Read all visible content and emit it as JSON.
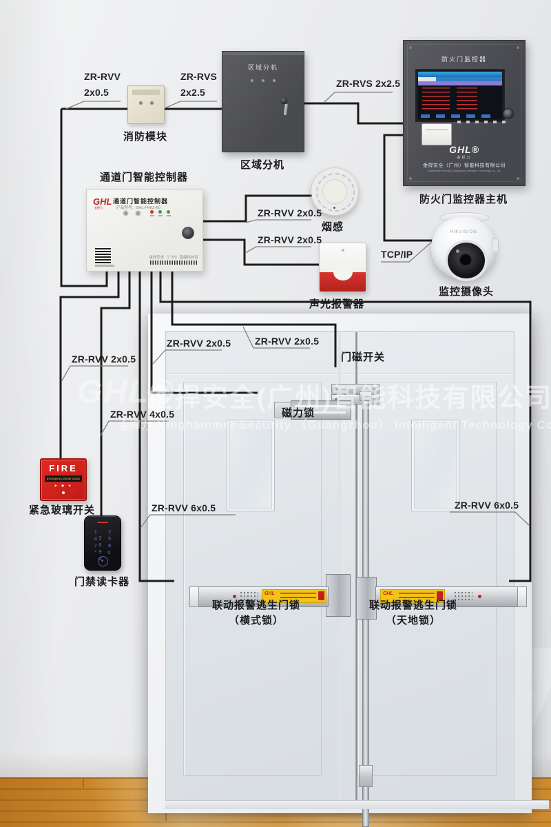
{
  "labels": {
    "module_in_1": "ZR-RVV",
    "module_in_2": "2x0.5",
    "module_out_1": "ZR-RVS",
    "module_out_2": "2x2.5",
    "monitor_in": "ZR-RVS 2x2.5",
    "smoke_wire": "ZR-RVV 2x0.5",
    "alarm_wire": "ZR-RVV 2x0.5",
    "network": "TCP/IP",
    "maglock_wire": "ZR-RVV 2x0.5",
    "contact_wire": "ZR-RVV 2x0.5",
    "breakglass_wire": "ZR-RVV 2x0.5",
    "reader_wire": "ZR-RVV 4x0.5",
    "left_bar_wire": "ZR-RVV 6x0.5",
    "right_bar_wire": "ZR-RVV 6x0.5"
  },
  "devices": {
    "fire_module": {
      "caption": "消防模块"
    },
    "area_extension": {
      "caption": "区域分机",
      "panel_label": "区域分机"
    },
    "monitor": {
      "caption": "防火门监控器主机",
      "panel_title": "防火门监控器",
      "logo": "GHL®",
      "logo_sub": "金捍力",
      "company": "金捍安全（广州）智能科技有限公司",
      "company_en": "Kinghammer Security (Guangzhou) Intelligent Technology Co., Ltd."
    },
    "controller": {
      "caption": "通道门智能控制器",
      "panel_title": "通道门智能控制器",
      "model": "（产品型号：GHL-FHKZ-M）",
      "logo": "GHL",
      "logo_sub": "金捍力",
      "company": "金捍安全（广州）智能科技有限公司"
    },
    "smoke_detector": {
      "caption": "烟感"
    },
    "strobe_alarm": {
      "caption": "声光报警器"
    },
    "camera": {
      "caption": "监控摄像头",
      "brand": "HIKVISION"
    },
    "door_contact": {
      "caption": "门磁开关"
    },
    "maglock": {
      "caption": "磁力锁"
    },
    "break_glass": {
      "caption": "紧急玻璃开关",
      "text": "FIRE",
      "strip": "Emergency Break Glass",
      "arrows": "► ◆ ◄"
    },
    "card_reader": {
      "caption": "门禁读卡器",
      "keypad_rows": [
        "1 2 3",
        "4 5 6",
        "7 8 9",
        "* 0 #"
      ]
    },
    "left_panic_bar": {
      "caption_line1": "联动报警逃生门锁",
      "caption_line2": "（横式锁）",
      "sticker_logo": "GHL"
    },
    "right_panic_bar": {
      "caption_line1": "联动报警逃生门锁",
      "caption_line2": "（天地锁）",
      "sticker_logo": "GHL"
    }
  },
  "watermark": {
    "logo": "GHL®",
    "line1": "金捍安全(广州)智能科技有限公司",
    "line2_cn": "金捍力",
    "line2_en": "Kinghammer Security （Guangzhou） Intelligent Technology Co., Ltd"
  },
  "colors": {
    "wire": "#1c1c1c",
    "accent_red": "#c3201c",
    "cabinet_gray": "#4a4b4f",
    "sticker_yellow": "#f2c417",
    "floor_wood": "#d99b3c"
  }
}
